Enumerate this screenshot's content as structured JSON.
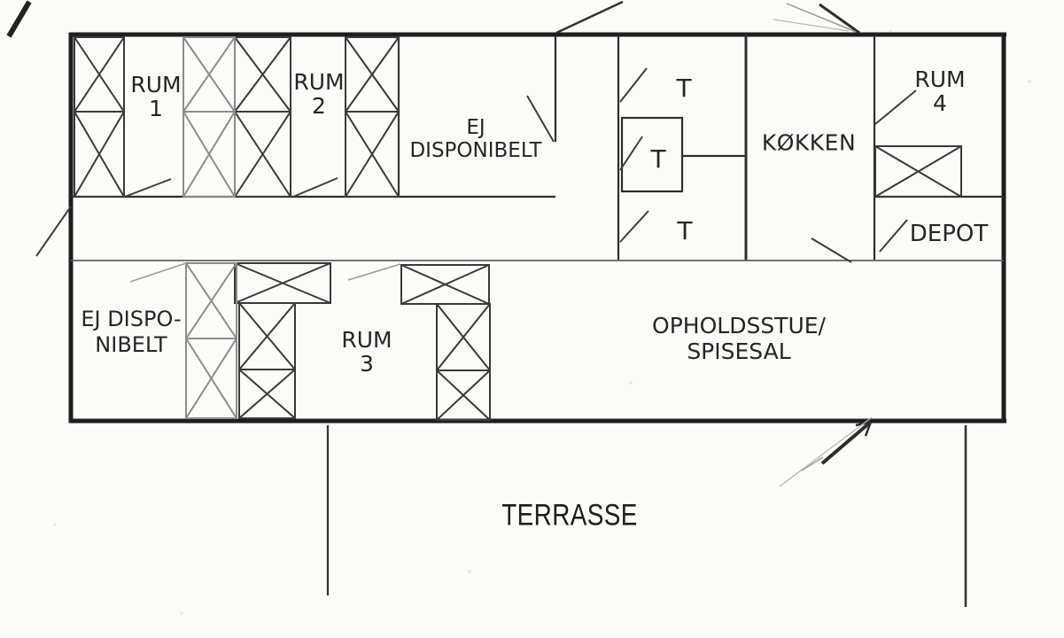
{
  "palette": {
    "background": "#fbfbf8",
    "wall_ink": "#1e1e1e",
    "line_ink": "#2e2e2e",
    "furniture_dark": "#3a3a3a",
    "furniture_light": "#8c8c8c",
    "pencil_light": "#9a9a9a",
    "text_ink": "#262626"
  },
  "diagram_type": "scanned floor plan",
  "rooms": {
    "rum1": {
      "line1": "RUM",
      "line2": "1"
    },
    "rum2": {
      "line1": "RUM",
      "line2": "2"
    },
    "ej_top": {
      "line1": "EJ",
      "line2": "DISPONIBELT"
    },
    "t1": {
      "label": "T"
    },
    "t2": {
      "label": "T"
    },
    "t3": {
      "label": "T"
    },
    "koekken": {
      "label": "KØKKEN"
    },
    "rum4": {
      "line1": "RUM",
      "line2": "4"
    },
    "depot": {
      "label": "DEPOT"
    },
    "ej_bottom": {
      "line1": "EJ DISPO-",
      "line2": "NIBELT"
    },
    "rum3": {
      "line1": "RUM",
      "line2": "3"
    },
    "ophold": {
      "line1": "OPHOLDSSTUE/",
      "line2": "SPISESAL"
    },
    "terrasse": {
      "label": "TERRASSE"
    }
  }
}
